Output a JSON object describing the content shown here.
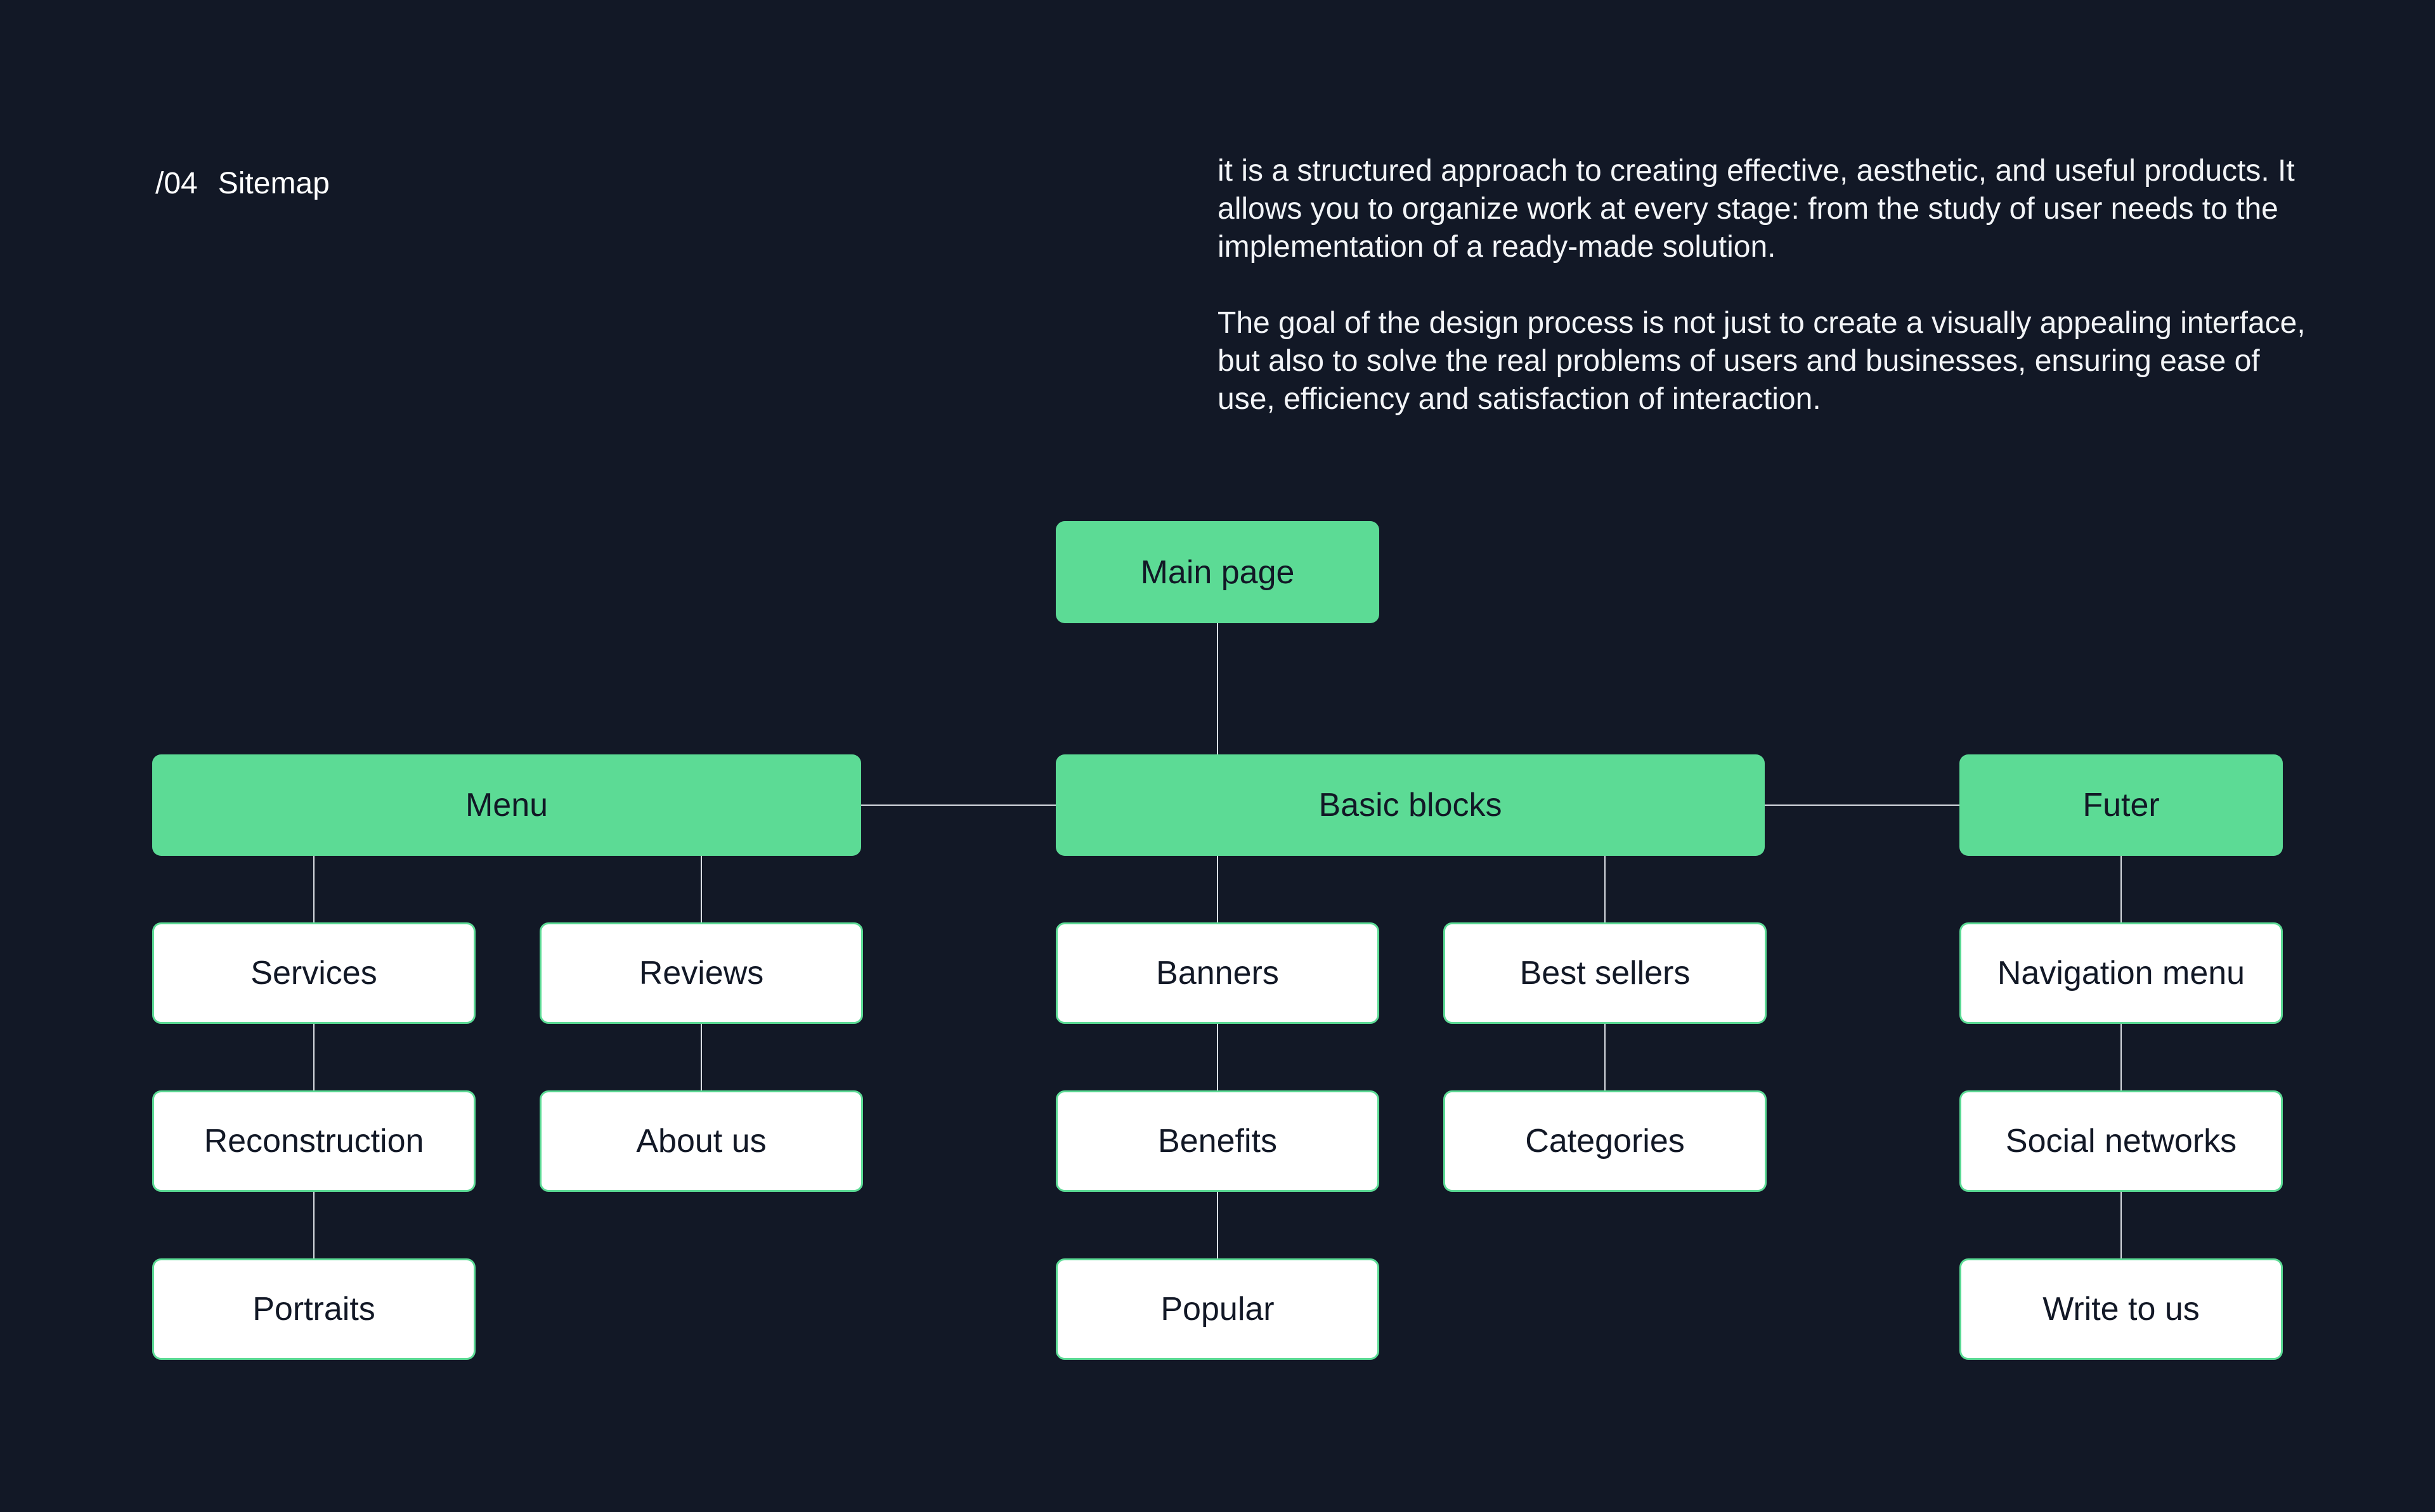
{
  "header": {
    "section_number": "/04",
    "section_title": "Sitemap"
  },
  "intro": {
    "paragraph_1": "it is a structured approach to creating effective, aesthetic, and useful products. It allows you to organize work at every stage: from the study of user needs to the implementation of a ready-made solution.",
    "paragraph_2": "The goal of the design process is not just to create a visually appealing interface, but also to solve the real problems of users and businesses, ensuring ease of use, efficiency and satisfaction of interaction."
  },
  "sitemap": {
    "root": "Main page",
    "groups": {
      "menu": "Menu",
      "basic_blocks": "Basic blocks",
      "futer": "Futer"
    },
    "pages": {
      "services": "Services",
      "reconstruction": "Reconstruction",
      "portraits": "Portraits",
      "reviews": "Reviews",
      "about_us": "About us",
      "banners": "Banners",
      "benefits": "Benefits",
      "popular": "Popular",
      "best_sellers": "Best sellers",
      "categories": "Categories",
      "navigation_menu": "Navigation menu",
      "social_networks": "Social networks",
      "write_to_us": "Write to us"
    }
  },
  "colors": {
    "background": "#121826",
    "primary_node": "#5cdb95",
    "secondary_node": "#ffffff",
    "connector": "#d9dde3"
  }
}
